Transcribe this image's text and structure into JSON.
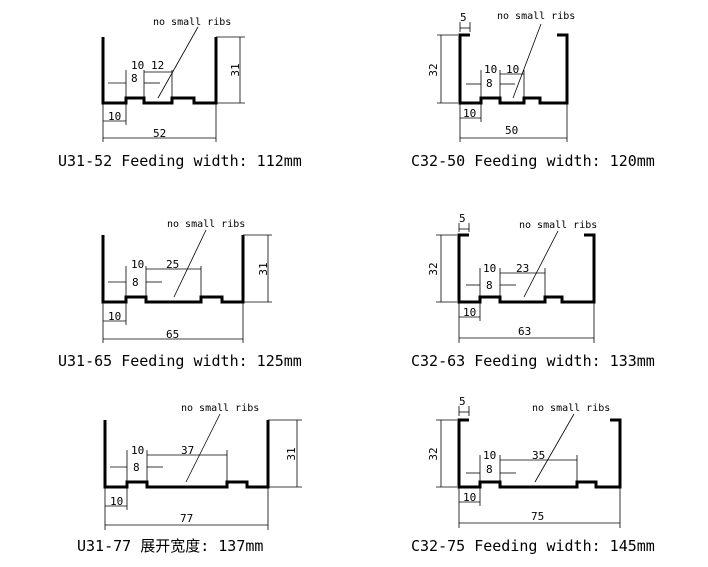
{
  "profiles": [
    {
      "id": "u31-52",
      "notes": "no small ribs",
      "dims": {
        "a": "10",
        "b": "8",
        "c": "12",
        "height": "31",
        "flange": "10",
        "width": "52"
      },
      "caption": "U31-52  Feeding width: 112mm"
    },
    {
      "id": "c32-50",
      "notes": "no small ribs",
      "dims": {
        "lip": "5",
        "height": "32",
        "a": "10",
        "b": "8",
        "c": "10",
        "flange": "10",
        "width": "50"
      },
      "caption": "C32-50  Feeding width: 120mm"
    },
    {
      "id": "u31-65",
      "notes": "no small ribs",
      "dims": {
        "a": "10",
        "b": "8",
        "c": "25",
        "height": "31",
        "flange": "10",
        "width": "65"
      },
      "caption": "U31-65  Feeding width: 125mm"
    },
    {
      "id": "c32-63",
      "notes": "no small ribs",
      "dims": {
        "lip": "5",
        "height": "32",
        "a": "10",
        "b": "8",
        "c": "23",
        "flange": "10",
        "width": "63"
      },
      "caption": "C32-63  Feeding width: 133mm"
    },
    {
      "id": "u31-77",
      "notes": "no small ribs",
      "dims": {
        "a": "10",
        "b": "8",
        "c": "37",
        "height": "31",
        "flange": "10",
        "width": "77"
      },
      "caption": "U31-77  展开宽度: 137mm"
    },
    {
      "id": "c32-75",
      "notes": "no small ribs",
      "dims": {
        "lip": "5",
        "height": "32",
        "a": "10",
        "b": "8",
        "c": "35",
        "flange": "10",
        "width": "75"
      },
      "caption": "C32-75  Feeding width: 145mm"
    }
  ]
}
